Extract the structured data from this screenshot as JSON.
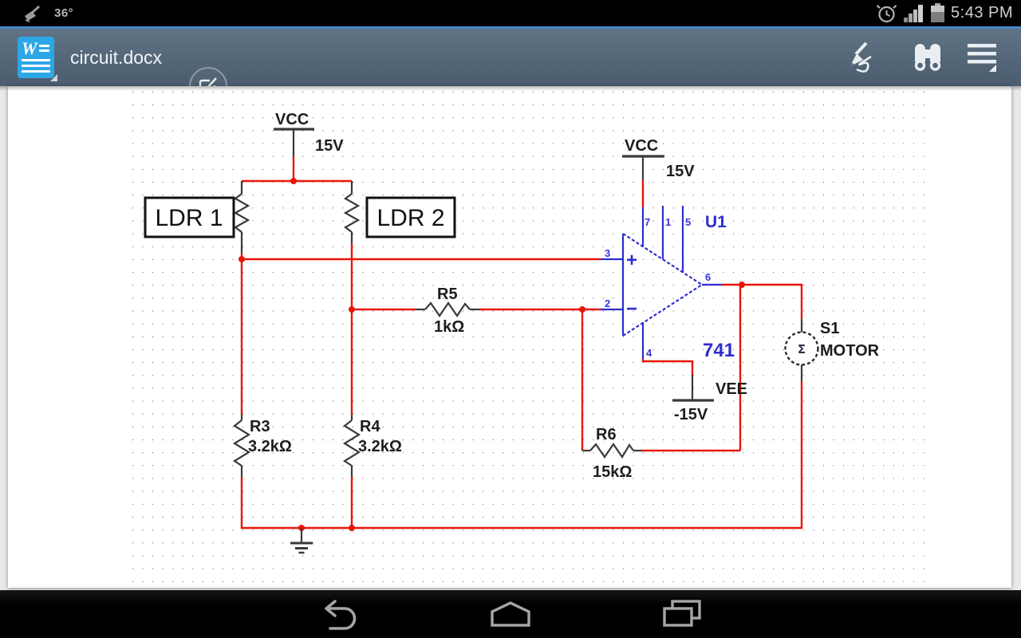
{
  "status_bar": {
    "temperature": "36°",
    "time": "5:43 PM"
  },
  "app_bar": {
    "app_icon_letter": "W",
    "title": "circuit.docx"
  },
  "circuit": {
    "supplies": {
      "vcc_left": {
        "name": "VCC",
        "value": "15V"
      },
      "vcc_right": {
        "name": "VCC",
        "value": "15V"
      },
      "vee": {
        "name": "VEE",
        "value": "-15V"
      }
    },
    "components": {
      "ldr1": {
        "label": "LDR 1"
      },
      "ldr2": {
        "label": "LDR 2"
      },
      "r3": {
        "name": "R3",
        "value": "3.2kΩ"
      },
      "r4": {
        "name": "R4",
        "value": "3.2kΩ"
      },
      "r5": {
        "name": "R5",
        "value": "1kΩ"
      },
      "r6": {
        "name": "R6",
        "value": "15kΩ"
      },
      "opamp": {
        "designator": "U1",
        "part": "741",
        "plus": "+",
        "minus": "−",
        "pins": {
          "p1": "1",
          "p2": "2",
          "p3": "3",
          "p4": "4",
          "p5": "5",
          "p6": "6",
          "p7": "7"
        }
      },
      "motor": {
        "designator": "S1",
        "label": "MOTOR",
        "symbol": "Σ"
      }
    }
  },
  "colors": {
    "wire_red": "#ea1508",
    "wire_black": "#3a3a3a",
    "opamp_blue": "#2d2dcf",
    "word_icon_blue": "#2ca7e6",
    "appbar_blue_line": "#4487c9"
  }
}
